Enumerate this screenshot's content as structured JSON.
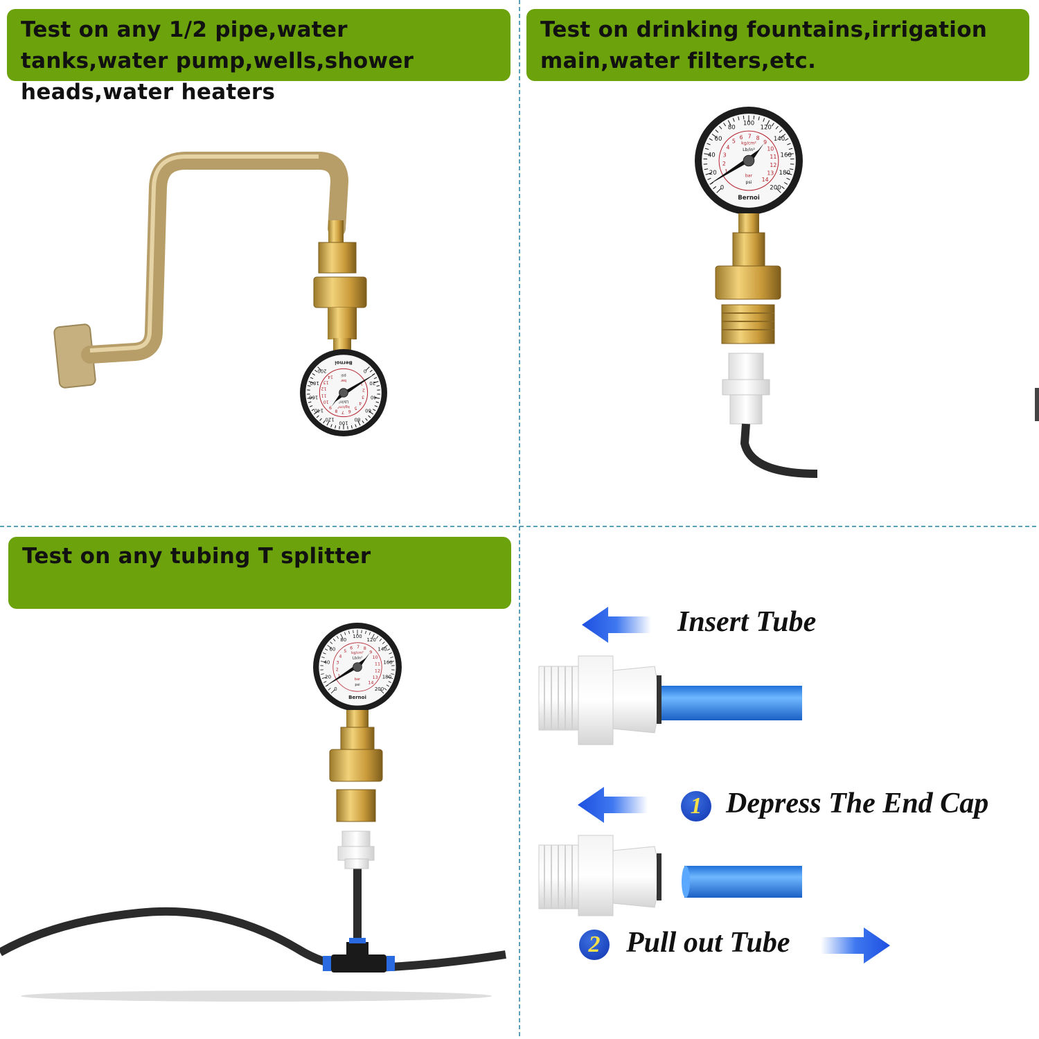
{
  "panels": [
    {
      "header": "Test on any 1/2 pipe,water tanks,water pump,wells,shower heads,water heaters"
    },
    {
      "header": "Test on drinking fountains,irrigation main,water filters,etc."
    },
    {
      "header": "Test on any tubing T splitter"
    },
    {
      "steps": {
        "insert": "Insert  Tube",
        "step1_number": "1",
        "step1": "Depress The End Cap",
        "step2_number": "2",
        "step2": "Pull out  Tube"
      }
    }
  ],
  "gauge": {
    "brand": "Bernoi",
    "psi_labels": [
      "0",
      "20",
      "40",
      "60",
      "80",
      "100",
      "120",
      "140",
      "160",
      "180",
      "200"
    ],
    "bar_labels": [
      "1",
      "2",
      "3",
      "4",
      "5",
      "6",
      "7",
      "8",
      "9",
      "10",
      "11",
      "12",
      "13",
      "14"
    ],
    "unit_kg": "kg/cm²",
    "unit_lb": "Lb/in²",
    "unit_bar": "bar",
    "unit_psi": "psi"
  },
  "colors": {
    "header_green": "#6ca20b",
    "divider": "#5aa0b8",
    "brass": "#d4a84a",
    "tube_blue": "#2f8ae6",
    "arrow_blue": "#1d4fe0"
  }
}
